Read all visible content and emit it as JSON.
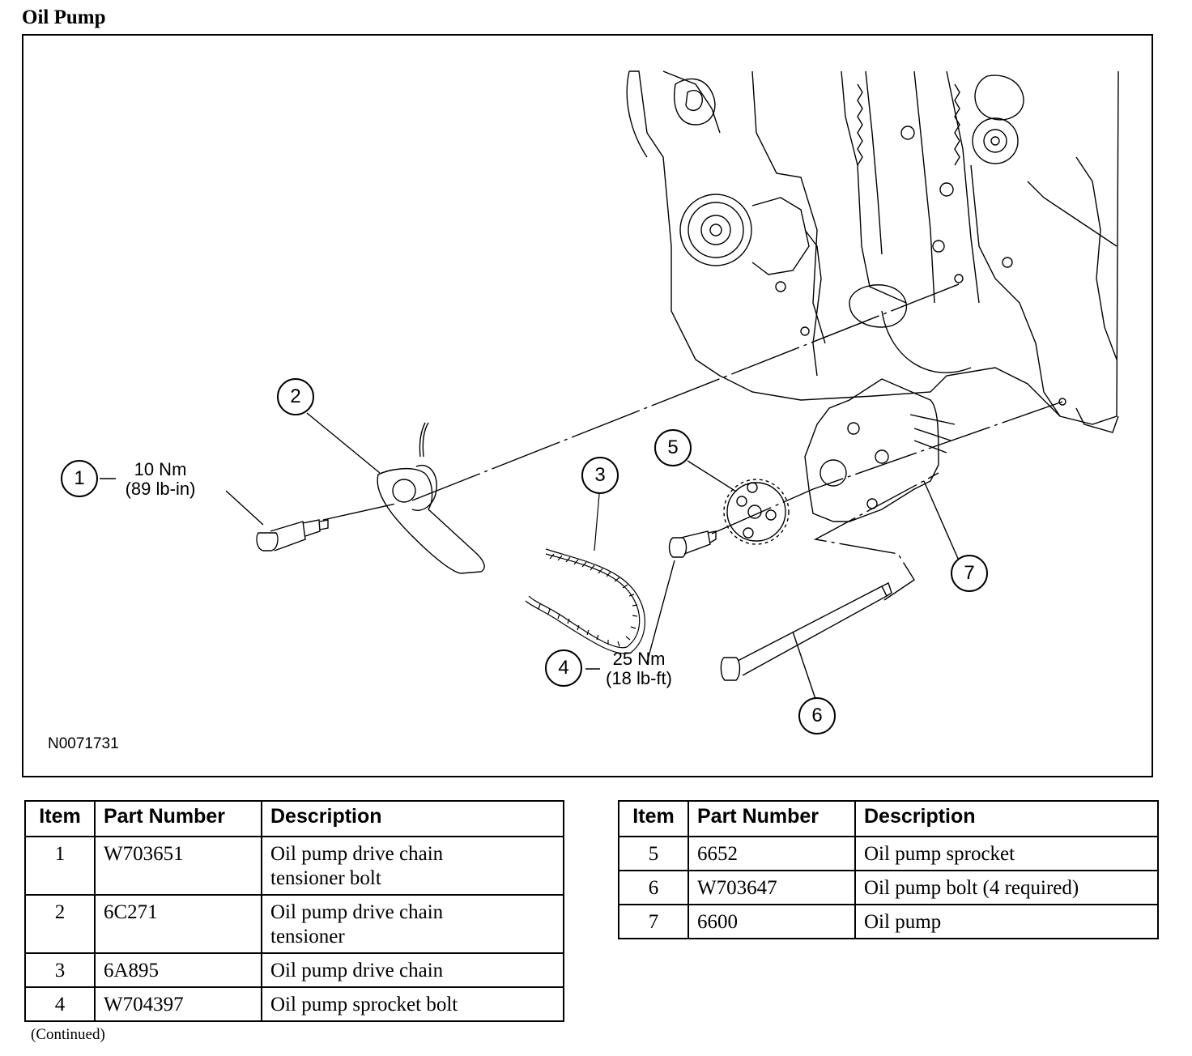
{
  "document": {
    "title": "Oil Pump",
    "figure_id": "N0071731",
    "continued_note": "(Continued)"
  },
  "figure": {
    "callouts": [
      {
        "item": "1",
        "torque_nm": "10 Nm",
        "torque_imperial": "(89 lb-in)"
      },
      {
        "item": "2"
      },
      {
        "item": "3"
      },
      {
        "item": "4",
        "torque_nm": "25 Nm",
        "torque_imperial": "(18 lb-ft)"
      },
      {
        "item": "5"
      },
      {
        "item": "6"
      },
      {
        "item": "7"
      }
    ]
  },
  "tables": {
    "headers": {
      "item": "Item",
      "part_number": "Part Number",
      "description": "Description"
    },
    "left": [
      {
        "item": "1",
        "part_number": "W703651",
        "description_lines": [
          "Oil pump drive chain",
          "tensioner bolt"
        ]
      },
      {
        "item": "2",
        "part_number": "6C271",
        "description_lines": [
          "Oil pump drive chain",
          "tensioner"
        ]
      },
      {
        "item": "3",
        "part_number": "6A895",
        "description_lines": [
          "Oil pump drive chain"
        ]
      },
      {
        "item": "4",
        "part_number": "W704397",
        "description_lines": [
          "Oil pump sprocket bolt"
        ]
      }
    ],
    "right": [
      {
        "item": "5",
        "part_number": "6652",
        "description_lines": [
          "Oil pump sprocket"
        ]
      },
      {
        "item": "6",
        "part_number": "W703647",
        "description_lines": [
          "Oil pump bolt (4 required)"
        ]
      },
      {
        "item": "7",
        "part_number": "6600",
        "description_lines": [
          "Oil pump"
        ]
      }
    ]
  }
}
